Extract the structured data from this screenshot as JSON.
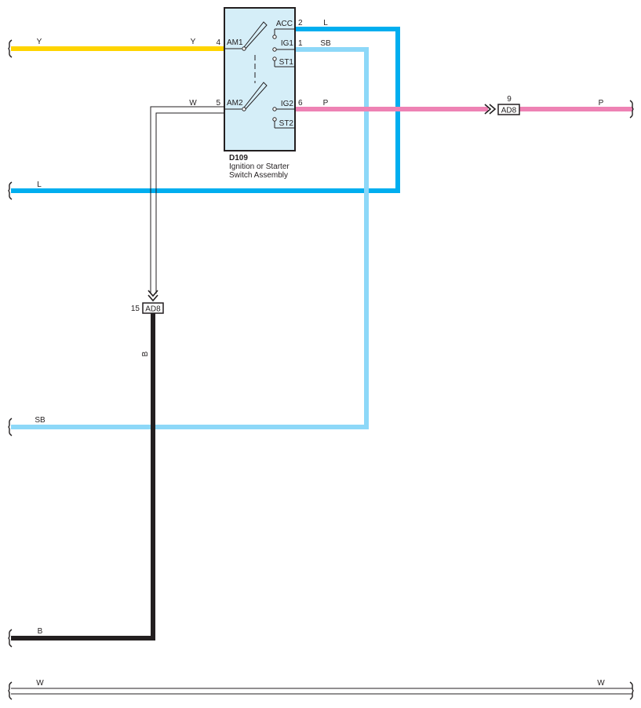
{
  "switch": {
    "code": "D109",
    "name_line1": "Ignition or Starter",
    "name_line2": "Switch Assembly",
    "terminals": {
      "am1": "AM1",
      "am2": "AM2",
      "acc": "ACC",
      "ig1": "IG1",
      "st1": "ST1",
      "ig2": "IG2",
      "st2": "ST2"
    },
    "pins": {
      "am1": "4",
      "am2": "5",
      "acc": "2",
      "ig1": "1",
      "ig2": "6"
    }
  },
  "connectors": {
    "ad8_right": {
      "label": "AD8",
      "pin": "9"
    },
    "ad8_left": {
      "label": "AD8",
      "pin": "15"
    }
  },
  "wires": {
    "y_left": "Y",
    "y_right": "Y",
    "w_am2": "W",
    "l_acc": "L",
    "sb_ig1": "SB",
    "p_ig2": "P",
    "p_right": "P",
    "l_left": "L",
    "b_vertical": "B",
    "sb_left": "SB",
    "b_left": "B",
    "w_bottom_left": "W",
    "w_bottom_right": "W"
  },
  "colors": {
    "yellow": "#ffd400",
    "blue": "#00aeef",
    "sky_blue": "#8dd8f8",
    "pink": "#ee82b4",
    "black": "#231f20",
    "white_wire_outline": "#231f20",
    "switch_fill": "#d5eef8",
    "line": "#231f20"
  }
}
